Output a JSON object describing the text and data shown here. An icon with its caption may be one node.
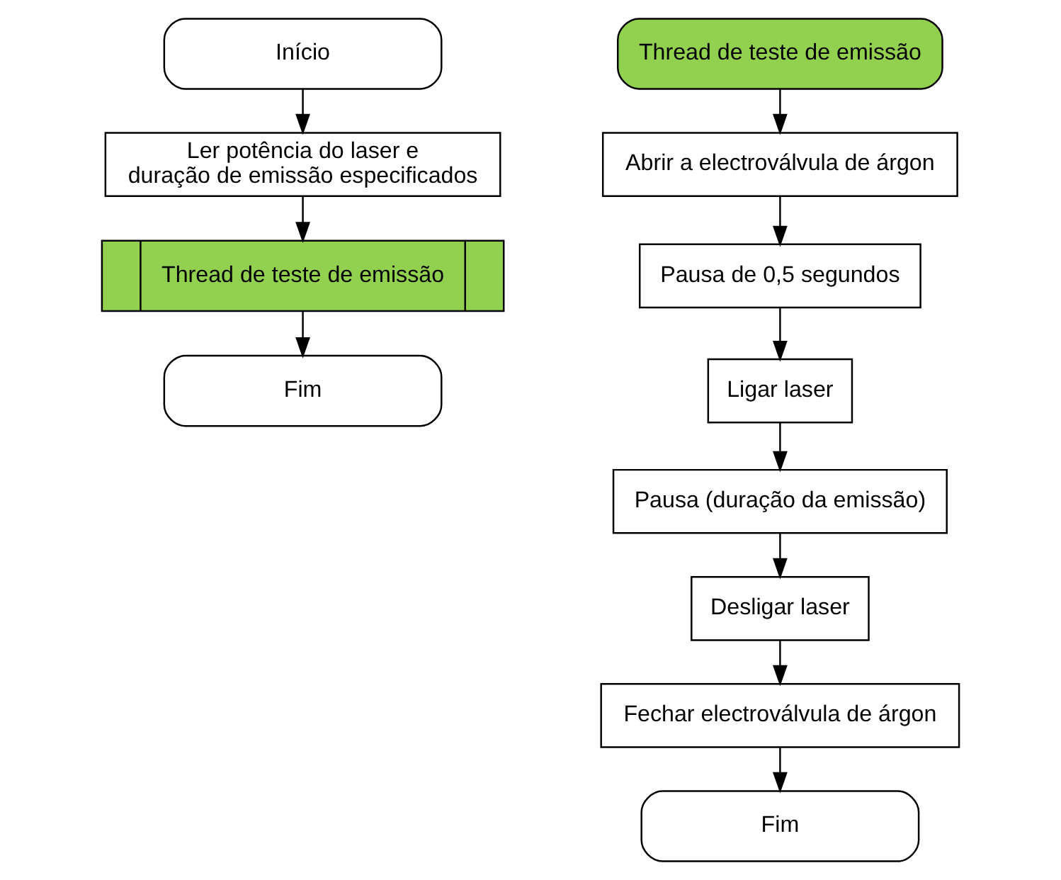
{
  "diagram": {
    "nodes": [
      {
        "text": [
          "Início"
        ]
      },
      {
        "text": [
          "Ler potência do laser e duração de emissão especificados"
        ]
      },
      {
        "text": [
          "Thread de teste de emissão"
        ]
      },
      {
        "text": [
          "Fim"
        ]
      },
      {
        "text": [
          "Thread de teste de emissão"
        ]
      },
      {
        "text": [
          "Abrir a electroválvula de árgon"
        ]
      },
      {
        "text": [
          "Pausa de 0,5 segundos"
        ]
      },
      {
        "text": [
          "Ligar laser"
        ]
      },
      {
        "text": [
          "Pausa (duração da emissão)"
        ]
      },
      {
        "text": [
          "Desligar laser"
        ]
      },
      {
        "text": [
          "Fechar electroválvula de árgon"
        ]
      },
      {
        "text": [
          "Fim"
        ]
      }
    ],
    "edges": [
      {
        "from": 0,
        "to": 1,
        "arrow": "to"
      },
      {
        "from": 1,
        "to": 2,
        "arrow": "to"
      },
      {
        "from": 2,
        "to": 3,
        "arrow": "to"
      },
      {
        "from": 4,
        "to": 5,
        "arrow": "to"
      },
      {
        "from": 5,
        "to": 6,
        "arrow": "to"
      },
      {
        "from": 6,
        "to": 7,
        "arrow": "to"
      },
      {
        "from": 7,
        "to": 8,
        "arrow": "to"
      },
      {
        "from": 8,
        "to": 9,
        "arrow": "to"
      },
      {
        "from": 9,
        "to": 10,
        "arrow": "to"
      },
      {
        "from": 10,
        "to": 11,
        "arrow": "to"
      }
    ]
  }
}
